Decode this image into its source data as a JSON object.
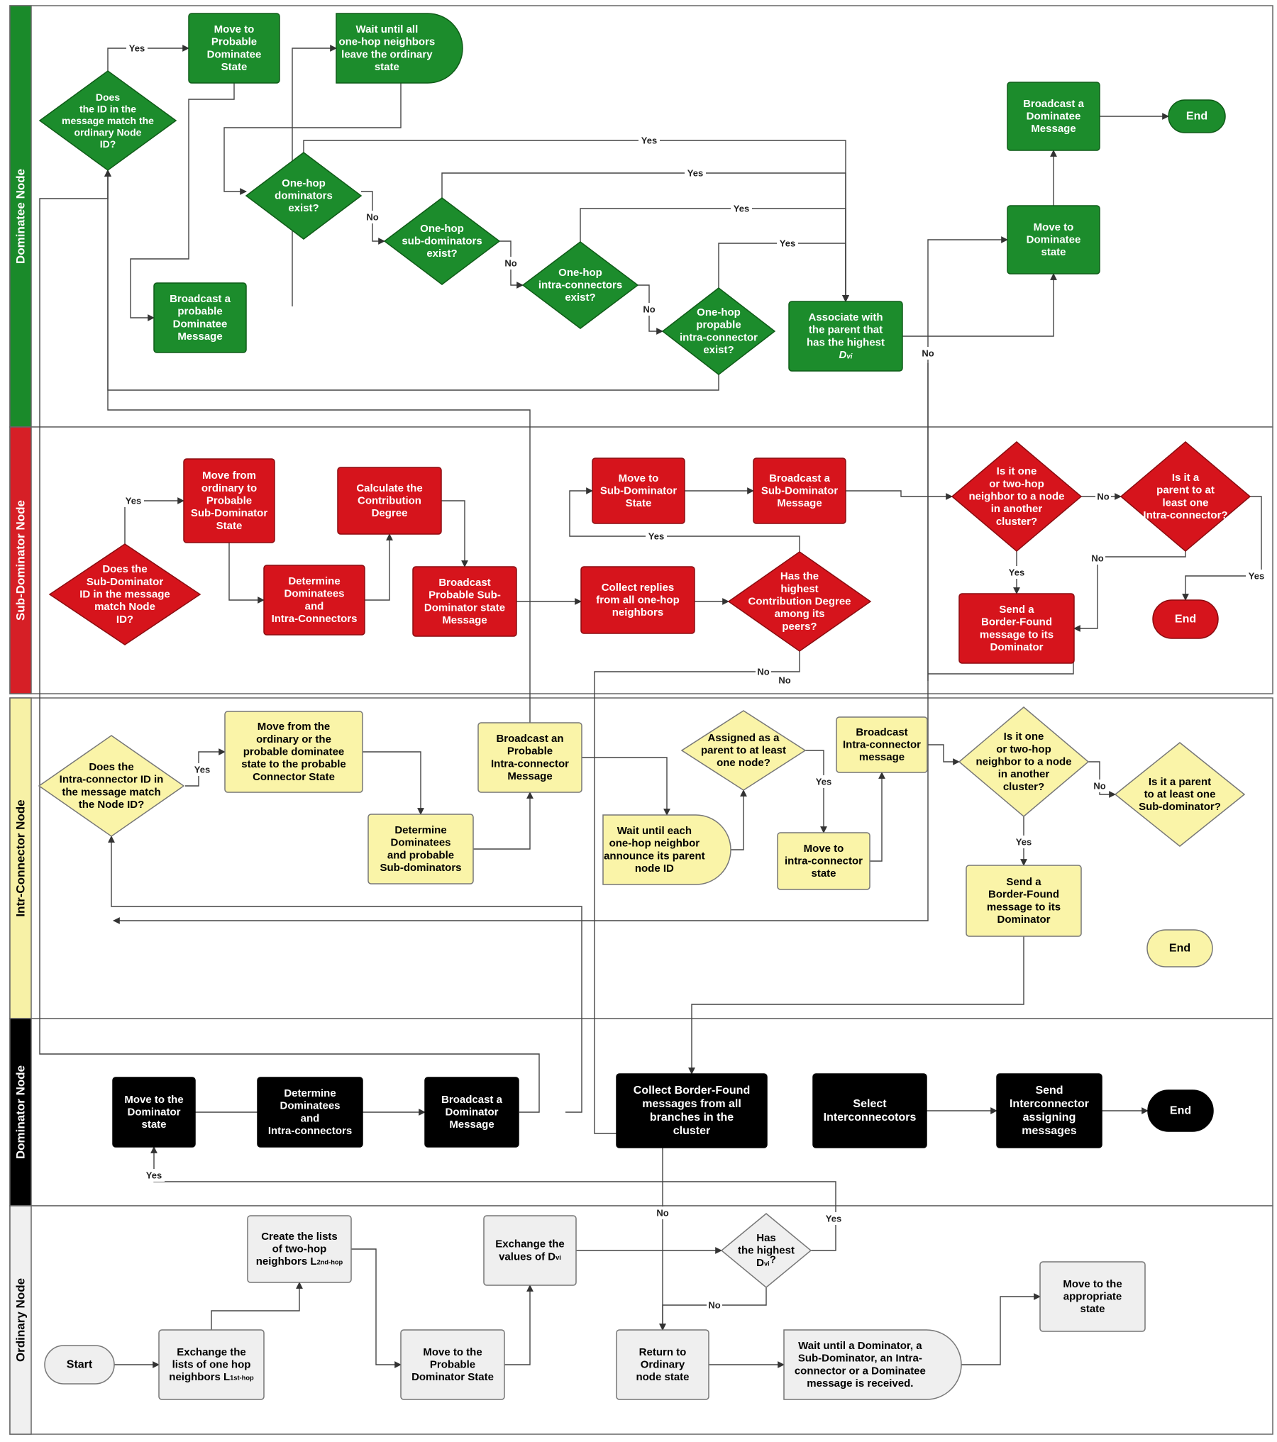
{
  "lanes": [
    {
      "id": "dominatee",
      "label": "Dominatee Node",
      "color": "#1a8a2a"
    },
    {
      "id": "subdominator",
      "label": "Sub-Dominator Node",
      "color": "#d61f26"
    },
    {
      "id": "intraconnector",
      "label": "Intr-Connector Node",
      "color": "#f7f1a6"
    },
    {
      "id": "dominator",
      "label": "Dominator Node",
      "color": "#000000"
    },
    {
      "id": "ordinary",
      "label": "Ordinary Node",
      "color": "#f0f0f0"
    }
  ],
  "nodes": {
    "d_id_match": {
      "text": [
        "Does",
        "the ID in the",
        "message match the",
        "ordinary Node",
        "ID?"
      ]
    },
    "d_move_prob": {
      "text": [
        "Move to",
        "Probable",
        "Dominatee",
        "State"
      ]
    },
    "d_wait_leave": {
      "text": [
        "Wait until all",
        "one-hop neighbors",
        "leave the ordinary",
        "state"
      ]
    },
    "d_broadcast_prob": {
      "text": [
        "Broadcast a",
        "probable",
        "Dominatee",
        "Message"
      ]
    },
    "d_onehop_dom": {
      "text": [
        "One-hop",
        "dominators",
        "exist?"
      ]
    },
    "d_onehop_sub": {
      "text": [
        "One-hop",
        "sub-dominators",
        "exist?"
      ]
    },
    "d_onehop_intra": {
      "text": [
        "One-hop",
        "intra-connectors",
        "exist?"
      ]
    },
    "d_onehop_prop": {
      "text": [
        "One-hop",
        "propable",
        "intra-connector",
        "exist?"
      ]
    },
    "d_associate": {
      "text": [
        "Associate with",
        "the parent that",
        "has the highest"
      ],
      "sub": "Dvi"
    },
    "d_move_state": {
      "text": [
        "Move to",
        "Dominatee",
        "state"
      ]
    },
    "d_broadcast": {
      "text": [
        "Broadcast a",
        "Dominatee",
        "Message"
      ]
    },
    "d_end": {
      "text": [
        "End"
      ]
    },
    "s_id_match": {
      "text": [
        "Does the",
        "Sub-Dominator",
        "ID in the message",
        "match Node",
        "ID?"
      ]
    },
    "s_move_prob": {
      "text": [
        "Move from",
        "ordinary to",
        "Probable",
        "Sub-Dominator",
        "State"
      ]
    },
    "s_determine": {
      "text": [
        "Determine",
        "Dominatees",
        "and",
        "Intra-Connectors"
      ]
    },
    "s_calc": {
      "text": [
        "Calculate the",
        "Contribution",
        "Degree"
      ]
    },
    "s_broadcast_prob": {
      "text": [
        "Broadcast",
        "Probable Sub-",
        "Dominator state",
        "Message"
      ]
    },
    "s_collect": {
      "text": [
        "Collect replies",
        "from all one-hop",
        "neighbors"
      ]
    },
    "s_highest": {
      "text": [
        "Has the",
        "highest",
        "Contribution Degree",
        "among its",
        "peers?"
      ]
    },
    "s_move_state": {
      "text": [
        "Move to",
        "Sub-Dominator",
        "State"
      ]
    },
    "s_broadcast": {
      "text": [
        "Broadcast a",
        "Sub-Dominator",
        "Message"
      ]
    },
    "s_neighbor": {
      "text": [
        "Is it one",
        "or two-hop",
        "neighbor to a node",
        "in another",
        "cluster?"
      ]
    },
    "s_parent": {
      "text": [
        "Is it a",
        "parent to at",
        "least one",
        "Intra-connector?"
      ]
    },
    "s_send": {
      "text": [
        "Send a",
        "Border-Found",
        "message to its",
        "Dominator"
      ]
    },
    "s_end": {
      "text": [
        "End"
      ]
    },
    "i_id_match": {
      "text": [
        "Does the",
        "Intra-connector ID in",
        "the message match",
        "the Node ID?"
      ]
    },
    "i_move_prob": {
      "text": [
        "Move from the",
        "ordinary or the",
        "probable dominatee",
        "state to the probable",
        "Connector State"
      ]
    },
    "i_determine": {
      "text": [
        "Determine",
        "Dominatees",
        "and probable",
        "Sub-dominators"
      ]
    },
    "i_broadcast_prob": {
      "text": [
        "Broadcast an",
        "Probable",
        "Intra-connector",
        "Message"
      ]
    },
    "i_wait": {
      "text": [
        "Wait until each",
        "one-hop neighbor",
        "announce its parent",
        "node ID"
      ]
    },
    "i_assigned": {
      "text": [
        "Assigned as a",
        "parent to at least",
        "one node?"
      ]
    },
    "i_move_state": {
      "text": [
        "Move to",
        "intra-connector",
        "state"
      ]
    },
    "i_broadcast": {
      "text": [
        "Broadcast",
        "Intra-connector",
        "message"
      ]
    },
    "i_neighbor": {
      "text": [
        "Is it one",
        "or two-hop",
        "neighbor to a node",
        "in another",
        "cluster?"
      ]
    },
    "i_parent": {
      "text": [
        "Is it a parent",
        "to at least one",
        "Sub-dominator?"
      ]
    },
    "i_send": {
      "text": [
        "Send a",
        "Border-Found",
        "message to its",
        "Dominator"
      ]
    },
    "i_end": {
      "text": [
        "End"
      ]
    },
    "m_move": {
      "text": [
        "Move to the",
        "Dominator",
        "state"
      ]
    },
    "m_determine": {
      "text": [
        "Determine",
        "Dominatees",
        "and",
        "Intra-connectors"
      ]
    },
    "m_broadcast": {
      "text": [
        "Broadcast a",
        "Dominator",
        "Message"
      ]
    },
    "m_collect": {
      "text": [
        "Collect Border-Found",
        "messages from all",
        "branches in the",
        "cluster"
      ]
    },
    "m_select": {
      "text": [
        "Select",
        "Interconnecotors"
      ]
    },
    "m_send": {
      "text": [
        "Send",
        "Interconnector",
        "assigning",
        "messages"
      ]
    },
    "m_end": {
      "text": [
        "End"
      ]
    },
    "o_start": {
      "text": [
        "Start"
      ]
    },
    "o_exchange1": {
      "text": [
        "Exchange the",
        "lists of one hop"
      ],
      "last": "neighbors L",
      "lastsub": "1st-hop"
    },
    "o_create2": {
      "text": [
        "Create the lists",
        "of two-hop"
      ],
      "last": "neighbors L",
      "lastsub": "2nd-hop"
    },
    "o_move_prob": {
      "text": [
        "Move to the",
        "Probable",
        "Dominator State"
      ]
    },
    "o_exchange_dvi": {
      "text": [
        "Exchange the"
      ],
      "last": "values of D",
      "lastsub": "vi"
    },
    "o_highest": {
      "text": [
        "Has",
        "the highest"
      ],
      "last": "D",
      "lastsub": "vi",
      "lastsuffix": "?"
    },
    "o_return": {
      "text": [
        "Return to",
        "Ordinary",
        "node state"
      ]
    },
    "o_wait": {
      "text": [
        "Wait until a Dominator, a",
        "Sub-Dominator, an Intra-",
        "connector  or a Dominatee",
        "message is received."
      ]
    },
    "o_move_appr": {
      "text": [
        "Move to the",
        "appropriate",
        "state"
      ]
    }
  },
  "labels": {
    "yes": "Yes",
    "no": "No"
  }
}
